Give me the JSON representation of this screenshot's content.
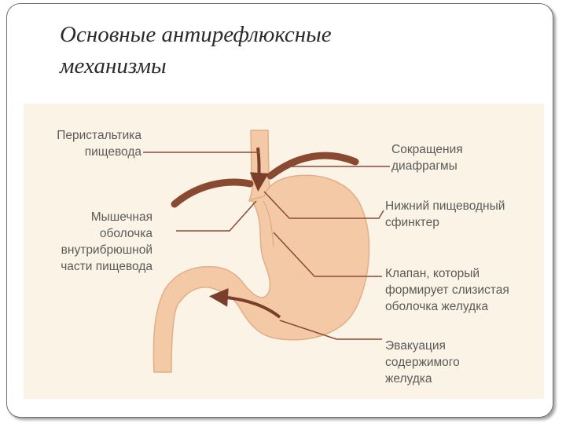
{
  "title": {
    "line1": "Основные антирефлюксные",
    "line2": "механизмы"
  },
  "labels": {
    "peristalsis": "Перистальтика\nпищевода",
    "muscular_sheath": "Мышечная\nоболочка\nвнутрибрюшной\nчасти пищевода",
    "diaphragm": "Сокращения\nдиафрагмы",
    "sphincter": "Нижний пищеводный\nсфинктер",
    "valve": "Клапан, который\nформирует слизистая\nоболочка желудка",
    "evacuation": "Эвакуация\nсодержимого\nжелудка"
  },
  "colors": {
    "organ_fill": "#f3c9a6",
    "organ_stroke": "#e3ad87",
    "diaphragm": "#8a4a32",
    "arrow": "#7a3e2c",
    "leader": "#8b4a38",
    "background": "#fbf4e6"
  }
}
